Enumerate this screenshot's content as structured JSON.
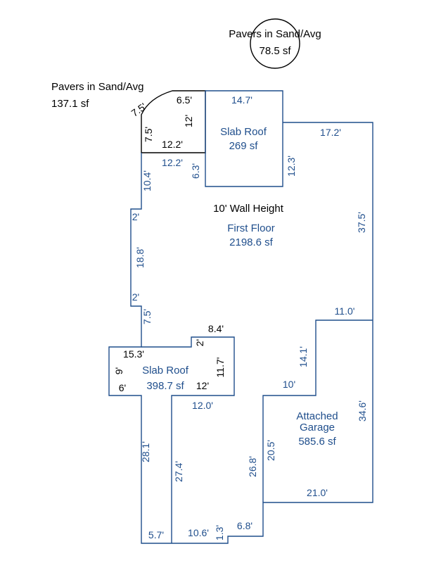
{
  "areas": {
    "pavers_circle": {
      "name": "Pavers in Sand/Avg",
      "size": "78.5 sf"
    },
    "pavers_patio": {
      "name": "Pavers in Sand/Avg",
      "size": "137.1 sf"
    },
    "slab_roof_top": {
      "name": "Slab Roof",
      "size": "269 sf"
    },
    "first_floor": {
      "height": "10' Wall Height",
      "name": "First Floor",
      "size": "2198.6 sf"
    },
    "slab_roof_bottom": {
      "name": "Slab Roof",
      "size": "398.7 sf"
    },
    "garage": {
      "name_line1": "Attached",
      "name_line2": "Garage",
      "size": "585.6 sf"
    }
  },
  "dimensions": {
    "patio_arc": "7.5'",
    "patio_top": "6.5'",
    "patio_inner_right": "12'",
    "patio_left": "7.5'",
    "patio_bottom": "12.2'",
    "slab_top": "14.7'",
    "slab_right": "12.3'",
    "slab_left": "6.3'",
    "floor_top_inner": "12.2'",
    "floor_top_right": "17.2'",
    "right_upper": "37.5'",
    "left_upper": "10.4'",
    "jog_upper": "2'",
    "left_middle": "18.8'",
    "jog_lower": "2'",
    "left_lower": "7.5'",
    "garage_top": "11.0'",
    "garage_step": "14.1'",
    "garage_inner_top": "10'",
    "garage_right": "34.6'",
    "garage_left": "20.5'",
    "garage_bottom": "21.0'",
    "lower_slab_top_left": "15.3'",
    "lower_slab_left": "9'",
    "lower_slab_bottom_left": "6'",
    "lower_slab_top_right": "8.4'",
    "lower_slab_notch": "2'",
    "lower_slab_right": "11.7'",
    "lower_slab_inner": "12'",
    "lower_slab_bottom": "12.0'",
    "bottom_left_side": "28.1'",
    "bottom_inner_left": "27.4'",
    "bottom_inner_right": "26.8'",
    "bottom_seg1": "5.7'",
    "bottom_seg2": "10.6'",
    "bottom_jog": "1.3'",
    "bottom_seg3": "6.8'"
  },
  "colors": {
    "floor_line": "#1f4e8c",
    "paver_line": "#000000"
  }
}
